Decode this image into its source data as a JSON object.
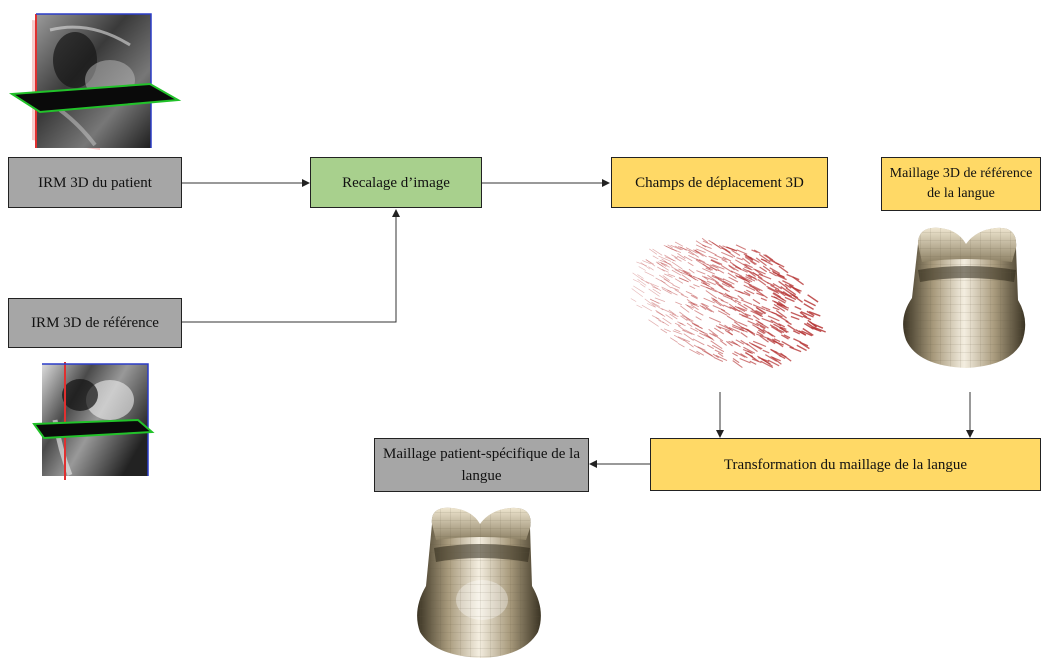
{
  "boxes": {
    "patient_mri": "IRM 3D du patient",
    "reference_mri": "IRM 3D de référence",
    "registration": "Recalage d’image",
    "displacement": "Champs de déplacement 3D",
    "ref_mesh": "Maillage 3D de référence de la langue",
    "transformation": "Transformation du maillage de la langue",
    "patient_mesh": "Maillage patient-spécifique de la langue"
  },
  "images": {
    "patient_mri_image": "mri-slices-icon",
    "reference_mri_image": "mri-slices-icon",
    "vector_field_image": "displacement-vectors-icon",
    "reference_tongue_mesh": "tongue-mesh-icon",
    "patient_tongue_mesh": "tongue-mesh-icon"
  },
  "colors": {
    "gray_box": "#a6a6a6",
    "green_box": "#a8d08d",
    "yellow_box": "#ffd966",
    "plane_red": "#e03030",
    "plane_blue": "#2a3cc8",
    "plane_green": "#22c22a",
    "vector_red": "#b83a3a",
    "mesh_beige": "#d9ccb0"
  }
}
